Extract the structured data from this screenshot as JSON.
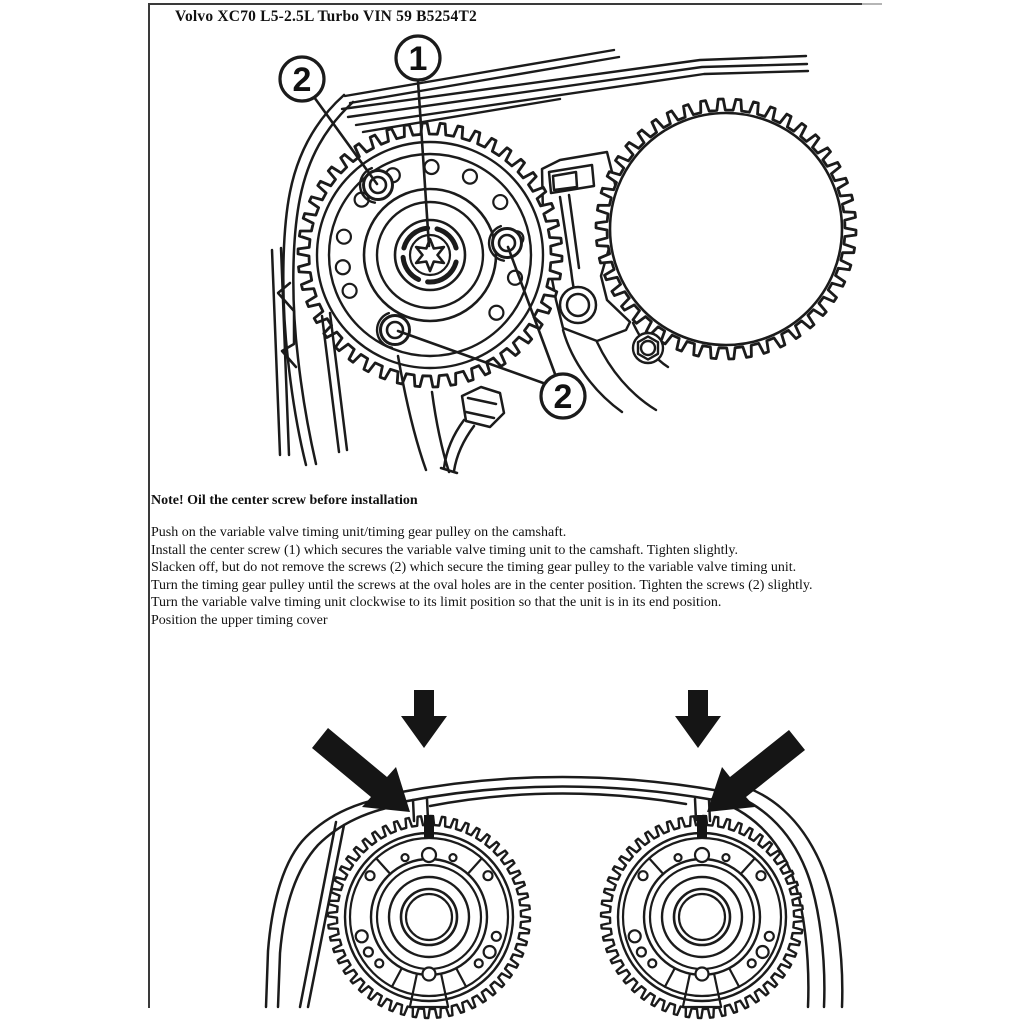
{
  "page": {
    "title": "Volvo XC70 L5-2.5L Turbo VIN 59 B5254T2"
  },
  "note": "Note! Oil the center screw before installation",
  "instructions": [
    "Push on the variable valve timing unit/timing gear pulley on the camshaft.",
    "Install the center screw (1) which secures the variable valve timing unit to the camshaft. Tighten slightly.",
    "Slacken off, but do not remove the screws (2) which secure the timing gear pulley to the variable valve timing unit.",
    "Turn the timing gear pulley until the screws at the oval holes are in the center position. Tighten the screws (2) slightly.",
    "Turn the variable valve timing unit clockwise to its limit position so that the unit is in its end position.",
    "Position the upper timing cover"
  ],
  "diagram_top": {
    "callouts": [
      {
        "label": "1"
      },
      {
        "label": "2"
      },
      {
        "label": "2"
      }
    ]
  },
  "colors": {
    "ink": "#1b1b1b",
    "paper": "#ffffff"
  }
}
